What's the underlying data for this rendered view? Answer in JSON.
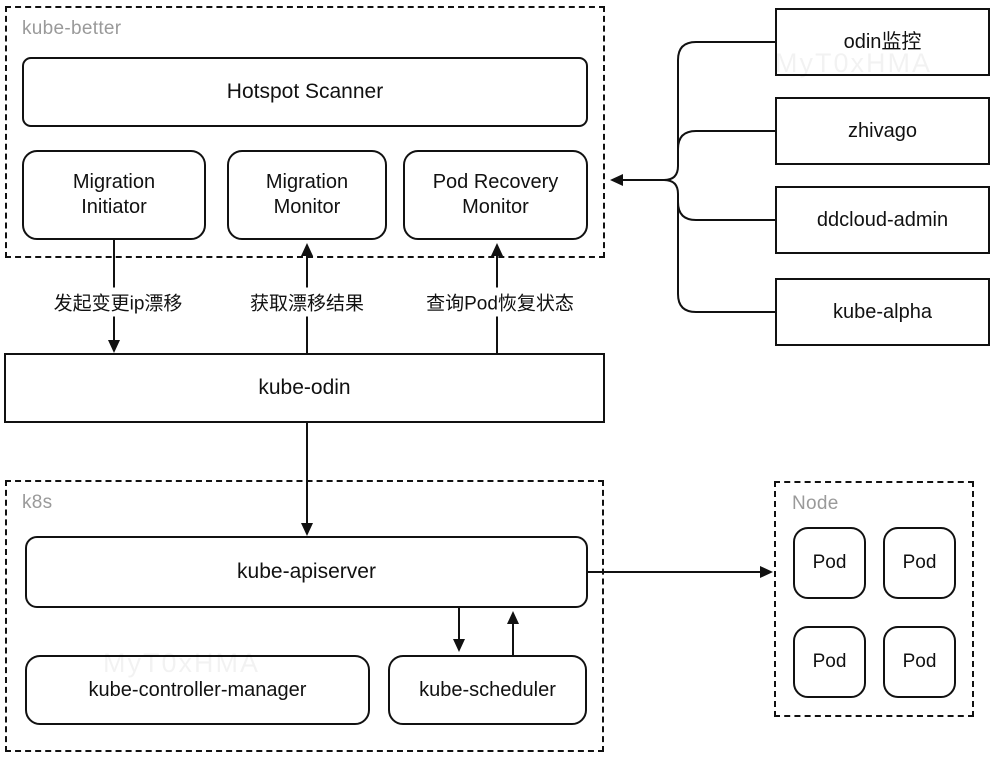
{
  "watermark": "MyT0xHMA",
  "colors": {
    "line": "#111111",
    "box_border": "#111111",
    "muted_label": "#9a9a9a",
    "background": "#ffffff",
    "text": "#111111"
  },
  "kube_better": {
    "label": "kube-better",
    "hotspot_scanner": "Hotspot Scanner",
    "migration_initiator": "Migration Initiator",
    "migration_monitor": "Migration Monitor",
    "pod_recovery_monitor": "Pod Recovery Monitor"
  },
  "external_systems": [
    {
      "label": "odin监控"
    },
    {
      "label": "zhivago"
    },
    {
      "label": "ddcloud-admin"
    },
    {
      "label": "kube-alpha"
    }
  ],
  "kube_odin": {
    "label": "kube-odin"
  },
  "edges": {
    "initiate_ip_migration": "发起变更ip漂移",
    "get_migration_result": "获取漂移结果",
    "query_pod_recovery": "查询Pod恢复状态"
  },
  "k8s": {
    "label": "k8s",
    "kube_apiserver": "kube-apiserver",
    "kube_controller_manager": "kube-controller-manager",
    "kube_scheduler": "kube-scheduler"
  },
  "node_group": {
    "label": "Node",
    "pods": [
      "Pod",
      "Pod",
      "Pod",
      "Pod"
    ]
  }
}
